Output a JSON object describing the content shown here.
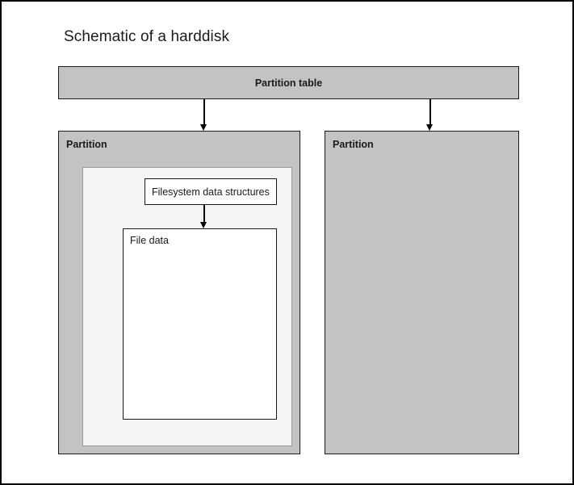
{
  "title": "Schematic of a harddisk",
  "diagram": {
    "type": "block-diagram",
    "nodes": {
      "partition_table": {
        "label": "Partition table"
      },
      "partition_left": {
        "label": "Partition"
      },
      "partition_right": {
        "label": "Partition"
      },
      "filesystem_box": {
        "label": "Filesystem data structures"
      },
      "file_data_box": {
        "label": "File data"
      }
    },
    "colors": {
      "partition_fill": "#c3c3c3",
      "filesystem_region_fill": "#f4f4f4",
      "box_fill": "#ffffff",
      "stroke": "#1a1a1a",
      "page_border": "#000000"
    }
  }
}
